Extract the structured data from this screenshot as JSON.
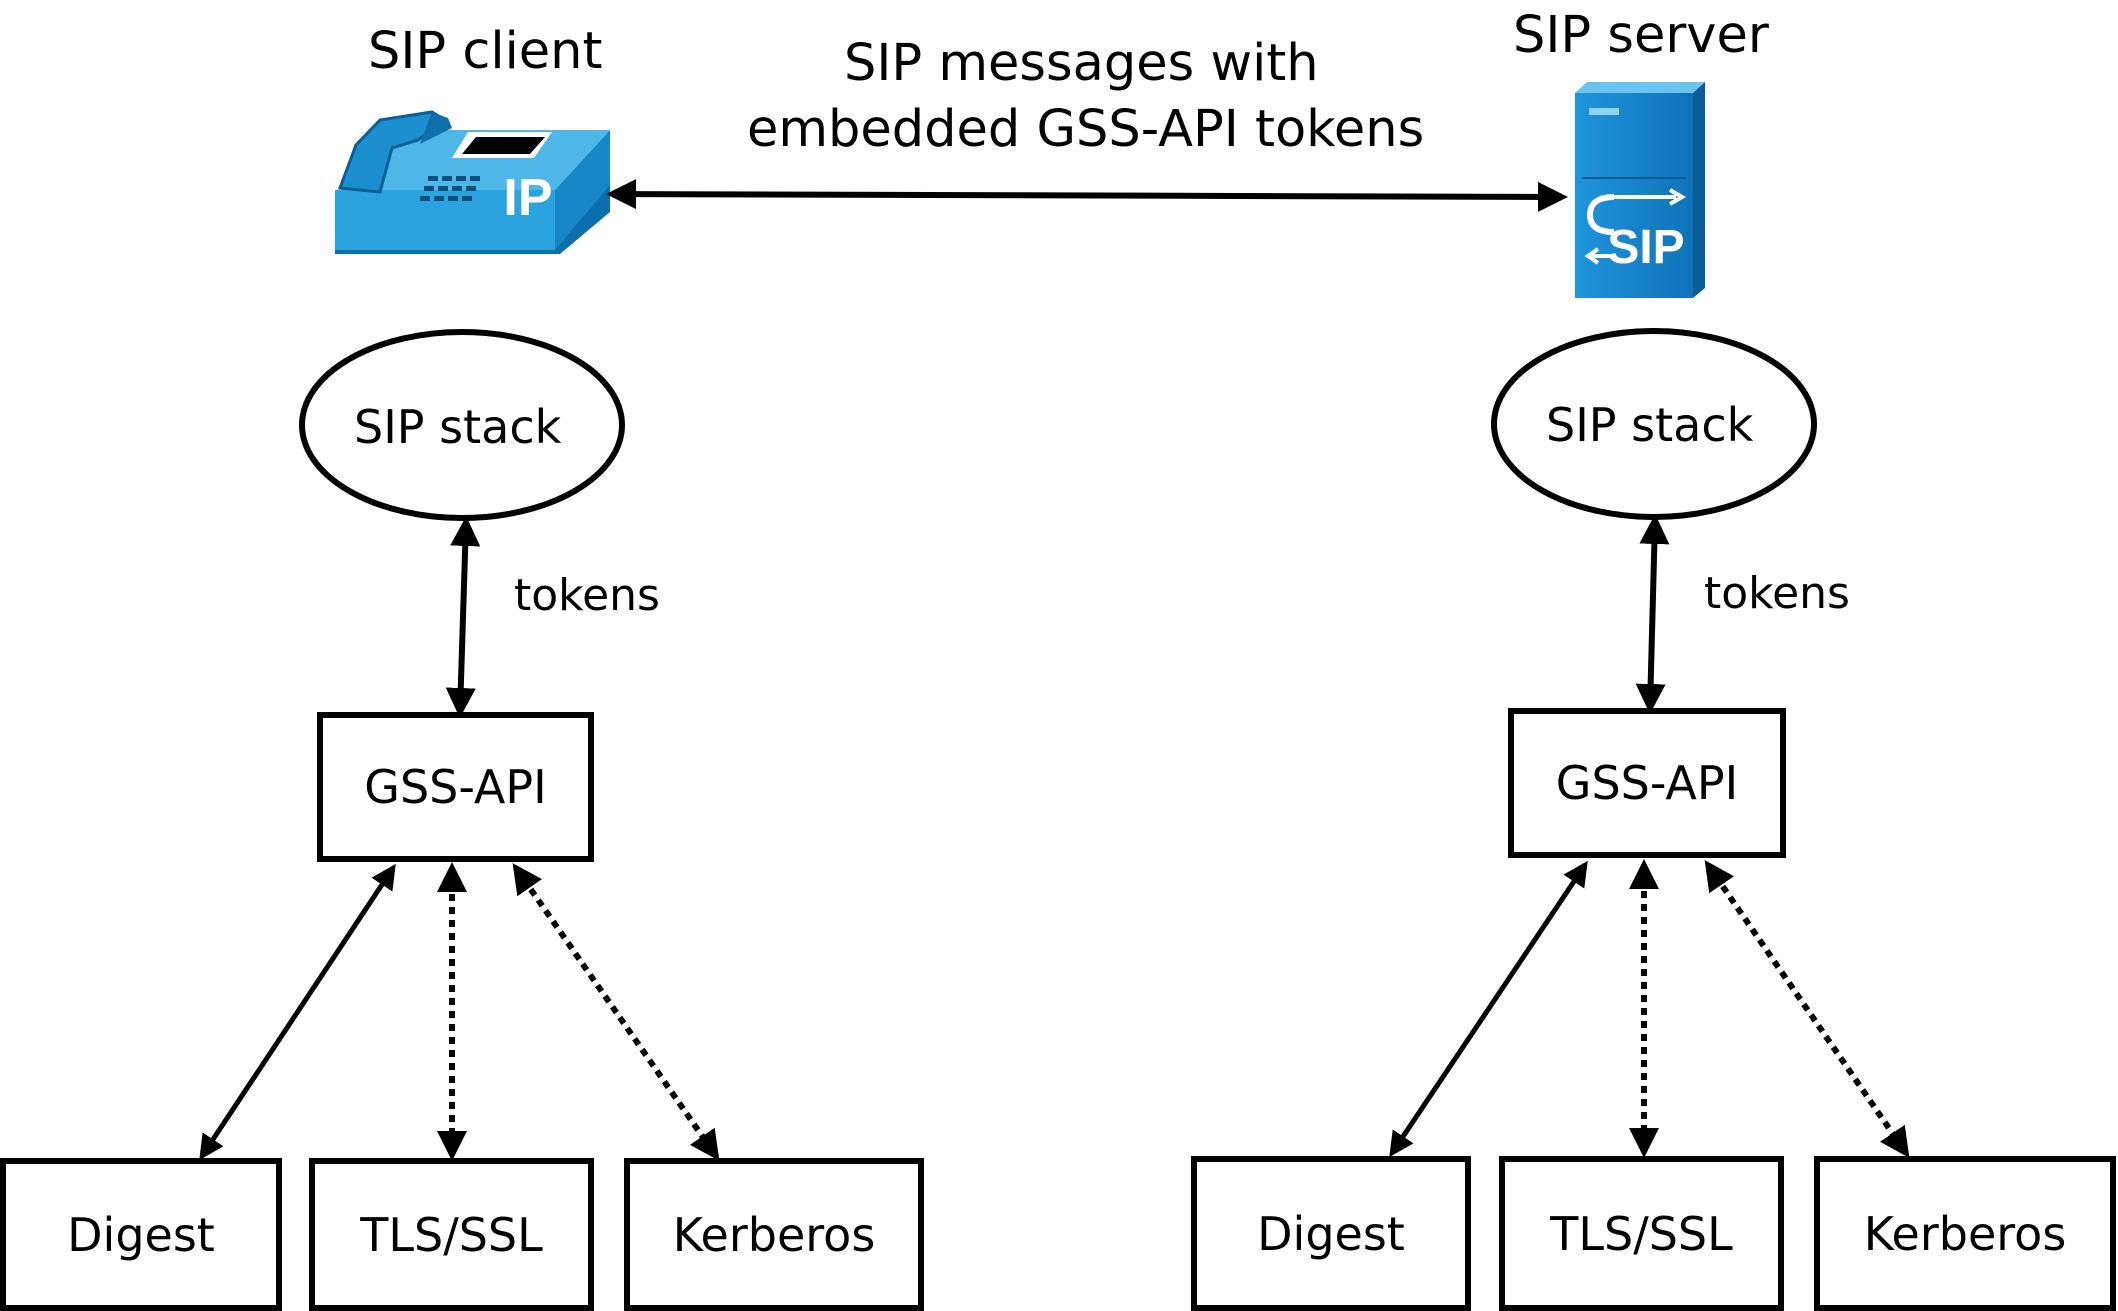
{
  "client": {
    "title": "SIP client",
    "phone_badge": "IP",
    "stack": "SIP stack",
    "tokens": "tokens",
    "gss": "GSS-API",
    "mechanisms": [
      "Digest",
      "TLS/SSL",
      "Kerberos"
    ]
  },
  "server": {
    "title": "SIP server",
    "server_badge": "SIP",
    "stack": "SIP stack",
    "tokens": "tokens",
    "gss": "GSS-API",
    "mechanisms": [
      "Digest",
      "TLS/SSL",
      "Kerberos"
    ]
  },
  "link": {
    "line1": "SIP messages with",
    "line2": "embedded GSS-API tokens"
  },
  "colors": {
    "device_blue": "#2a9fd6",
    "device_dark": "#0b74b9",
    "server_blue": "#1a8ad4",
    "ink": "#000000"
  },
  "icons": {
    "phone": "ip-phone-icon",
    "server": "sip-server-icon"
  }
}
